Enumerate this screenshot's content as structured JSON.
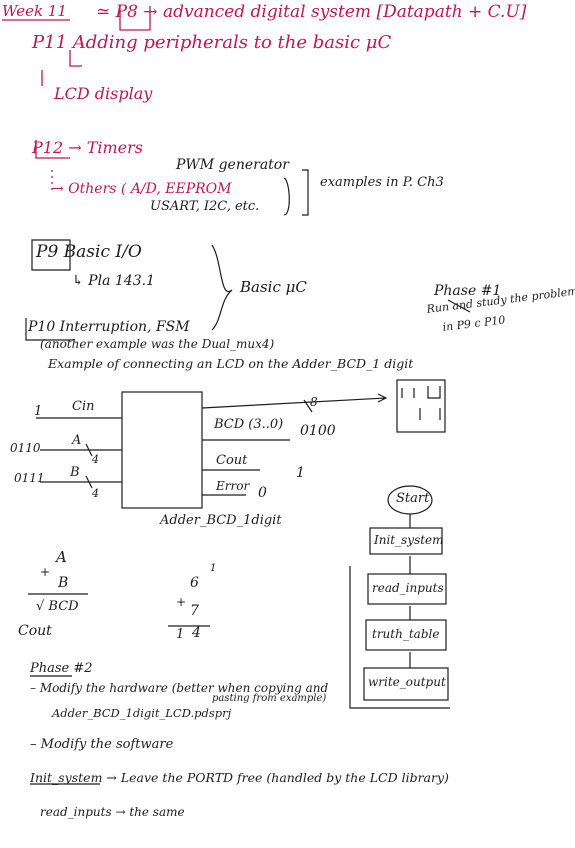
{
  "colors": {
    "ink_red": "#c0174f",
    "ink_black": "#1d1d1f"
  },
  "header": {
    "week": "Week 11",
    "title": "≃ P8 → advanced digital system [Datapath + C.U]",
    "p11": "P11 Adding peripherals to the basic μC",
    "lcd": "LCD display"
  },
  "p12": {
    "label": "P12 → Timers",
    "others": "→ Others ( A/D, EEPROM",
    "pwm": "PWM generator",
    "usart": "USART, I2C, etc.",
    "examples": "examples in P. Ch3"
  },
  "basic": {
    "p9": "P9 Basic I/O",
    "pla": "↳ Pla 143.1",
    "p10": "P10 Interruption, FSM",
    "basic_uc": "Basic μC",
    "phase1_title": "Phase #1",
    "phase1_l1": "Run and study the problem",
    "phase1_l2": "in P9 c P10"
  },
  "notes": {
    "another": "(another example was the Dual_mux4)",
    "connect": "Example of connecting an LCD on the Adder_BCD_1 digit"
  },
  "circuit": {
    "cin_val": "1",
    "cin": "Cin",
    "a_val": "0110",
    "a": "A",
    "a_width": "4",
    "b_val": "0111",
    "b": "B",
    "b_width": "4",
    "bcd": "BCD (3..0)",
    "bcd_val": "0100",
    "bus_width": "8",
    "cout": "Cout",
    "cout_val": "1",
    "error": "Error",
    "error_val": "0",
    "block": "Adder_BCD_1digit"
  },
  "flow": {
    "start": "Start",
    "init": "Init_system",
    "read": "read_inputs",
    "truth": "truth_table",
    "write": "write_output"
  },
  "calc": {
    "a": "A",
    "plus": "+",
    "b": "B",
    "bcd": "√ BCD",
    "cout": "Cout",
    "n1": "6",
    "n2": "7",
    "res": "4",
    "carry": "1"
  },
  "phase2": {
    "title": "Phase #2",
    "l1": "– Modify the hardware (better when copying and",
    "l1b": "pasting from example)",
    "l2": "Adder_BCD_1digit_LCD.pdsprj",
    "l3": "– Modify the software",
    "l4": "Init_system → Leave the PORTD free (handled by the LCD library)",
    "l5": "read_inputs → the same"
  }
}
